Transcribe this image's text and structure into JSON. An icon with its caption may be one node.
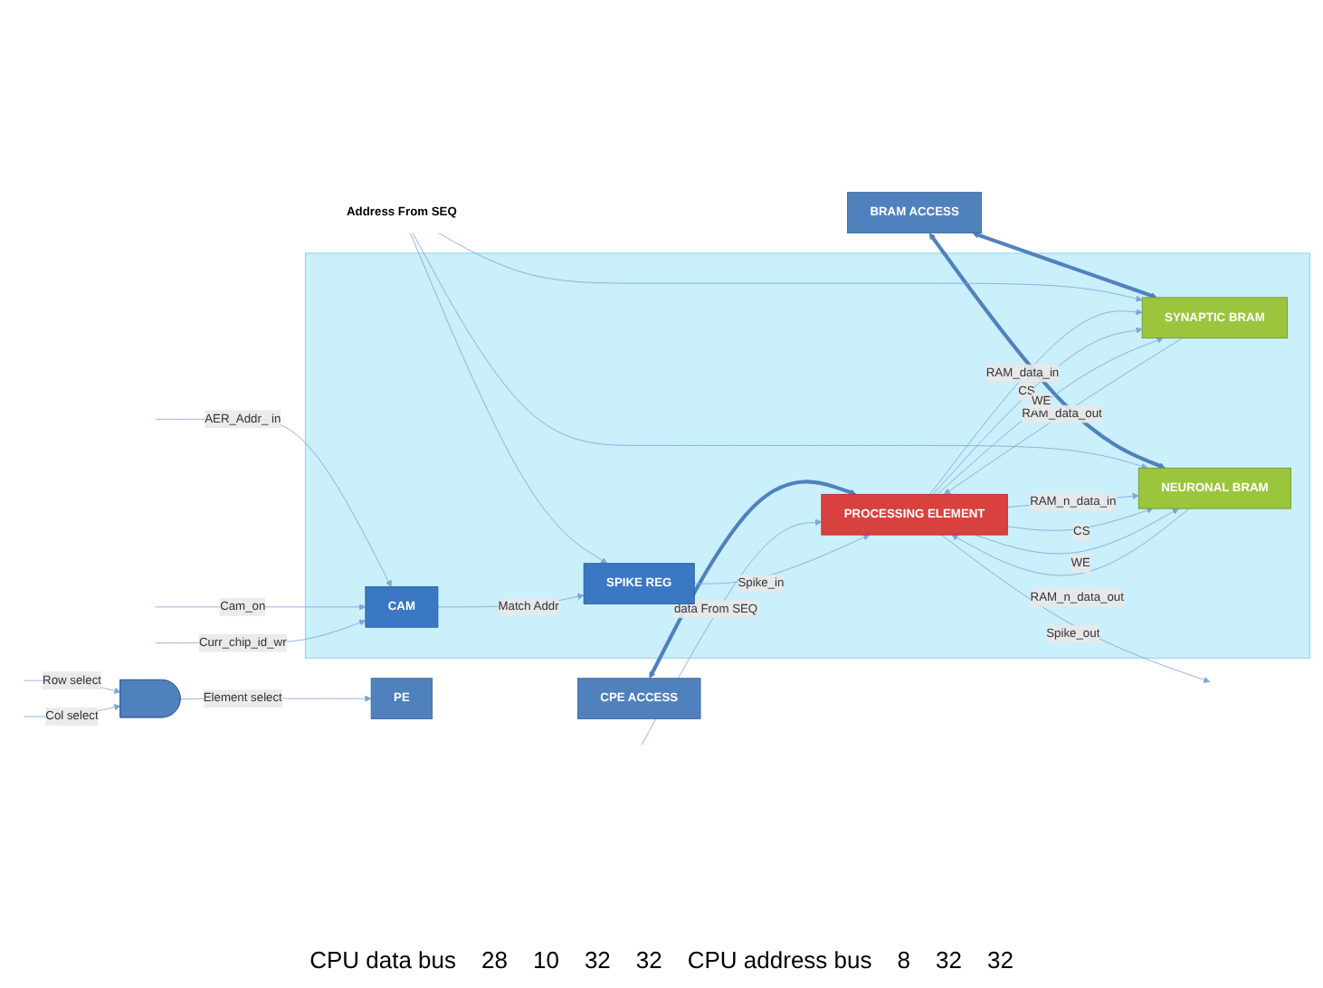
{
  "diagram": {
    "nodes": [
      {
        "text": [
          "BRAM ACCESS"
        ]
      },
      {
        "text": [
          "CPE ACCESS"
        ]
      },
      {
        "text": [],
        "shape": "box"
      },
      {
        "text": [
          "SYNAPTIC BRAM"
        ],
        "in": 2
      },
      {
        "text": [
          "CAM"
        ],
        "in": 2
      },
      {
        "text": [
          "SPIKE REG"
        ],
        "in": 2
      },
      {
        "text": [
          "NEURONAL BRAM"
        ],
        "in": 2
      },
      {
        "text": [
          "PROCESSING ELEMENT"
        ],
        "in": 2
      },
      {
        "text": [
          "PE"
        ]
      },
      {
        "text": [
          "Address From SEQ"
        ]
      },
      {
        "text": [],
        "shape": "gate"
      }
    ],
    "edges": [
      {
        "from": 0,
        "to": 3,
        "arrow": "both",
        "style": "thick"
      },
      {
        "from": 0,
        "to": 6,
        "arrow": "both",
        "style": "thick"
      },
      {
        "from": 1,
        "to": 7,
        "arrow": "both",
        "style": "thick"
      },
      {
        "from": 9,
        "to": 3,
        "arrow": "to"
      },
      {
        "from": 9,
        "to": 5,
        "arrow": "to"
      },
      {
        "from": 9,
        "to": 6,
        "arrow": "to"
      },
      {
        "from": 3,
        "to": 7,
        "arrow": "to",
        "label": "RAM_data_out"
      },
      {
        "from": 7,
        "to": 3,
        "arrow": "to",
        "label": "RAM_data_in"
      },
      {
        "from": 7,
        "to": 3,
        "arrow": "to",
        "label": "CS"
      },
      {
        "from": 7,
        "to": 3,
        "arrow": "to",
        "label": "WE"
      },
      {
        "from": null,
        "to": 7,
        "arrow": "to",
        "label": "data From SEQ"
      },
      {
        "from": 7,
        "to": null,
        "arrow": "to",
        "label": "Spike_out"
      },
      {
        "from": null,
        "to": 4,
        "arrow": "to",
        "label": "AER_Addr_ in"
      },
      {
        "from": null,
        "to": 4,
        "arrow": "to",
        "label": "Cam_on"
      },
      {
        "from": null,
        "to": 4,
        "arrow": "to",
        "label": "Curr_chip_id_wr"
      },
      {
        "from": 4,
        "to": 5,
        "arrow": "to",
        "label": "Match Addr"
      },
      {
        "from": 5,
        "to": 7,
        "arrow": "to",
        "label": "Spike_in"
      },
      {
        "from": 6,
        "to": 7,
        "arrow": "to",
        "label": "RAM_n_data_out"
      },
      {
        "from": 7,
        "to": 6,
        "arrow": "to",
        "label": "RAM_n_data_in"
      },
      {
        "from": 7,
        "to": 6,
        "arrow": "to",
        "label": "CS"
      },
      {
        "from": 7,
        "to": 6,
        "arrow": "to",
        "label": "WE"
      },
      {
        "from": null,
        "to": 10,
        "arrow": "to",
        "label": "Row select"
      },
      {
        "from": null,
        "to": 10,
        "arrow": "to",
        "label": "Col select"
      },
      {
        "from": 10,
        "to": 8,
        "arrow": "to",
        "label": "Element select"
      }
    ],
    "labels": [
      "CPU data bus",
      "28",
      "10",
      "32",
      "32",
      "CPU address bus",
      "8",
      "32",
      "32"
    ]
  }
}
